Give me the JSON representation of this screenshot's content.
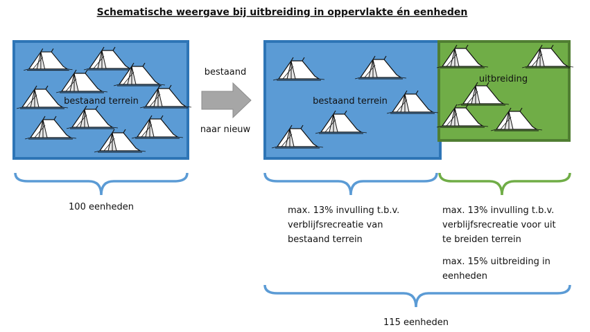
{
  "title": "Schematische weergave bij uitbreiding in oppervlakte én eenheden",
  "colors": {
    "blue_fill": "#5b9bd5",
    "blue_border": "#2e75b6",
    "green_fill": "#70ad47",
    "green_border": "#507e32",
    "arrow": "#a6a6a6",
    "blue_brace": "#5b9bd5",
    "green_brace": "#70ad47"
  },
  "left_box": {
    "label": "bestaand terrein"
  },
  "arrow": {
    "label_top": "bestaand",
    "label_bottom": "naar nieuw"
  },
  "right_box": {
    "existing_label": "bestaand terrein",
    "extension_label": "uitbreiding"
  },
  "tent_icon": "tent-icon",
  "captions": {
    "left": "100 eenheden",
    "middle_lines": [
      "max. 13% invulling t.b.v.",
      "verblijfsrecreatie van",
      "bestaand terrein"
    ],
    "right_lines": [
      "max. 13% invulling t.b.v.",
      "verblijfsrecreatie voor uit",
      "te breiden terrein"
    ],
    "right2_lines": [
      "max. 15% uitbreiding in",
      "eenheden"
    ],
    "bottom": "115 eenheden"
  }
}
